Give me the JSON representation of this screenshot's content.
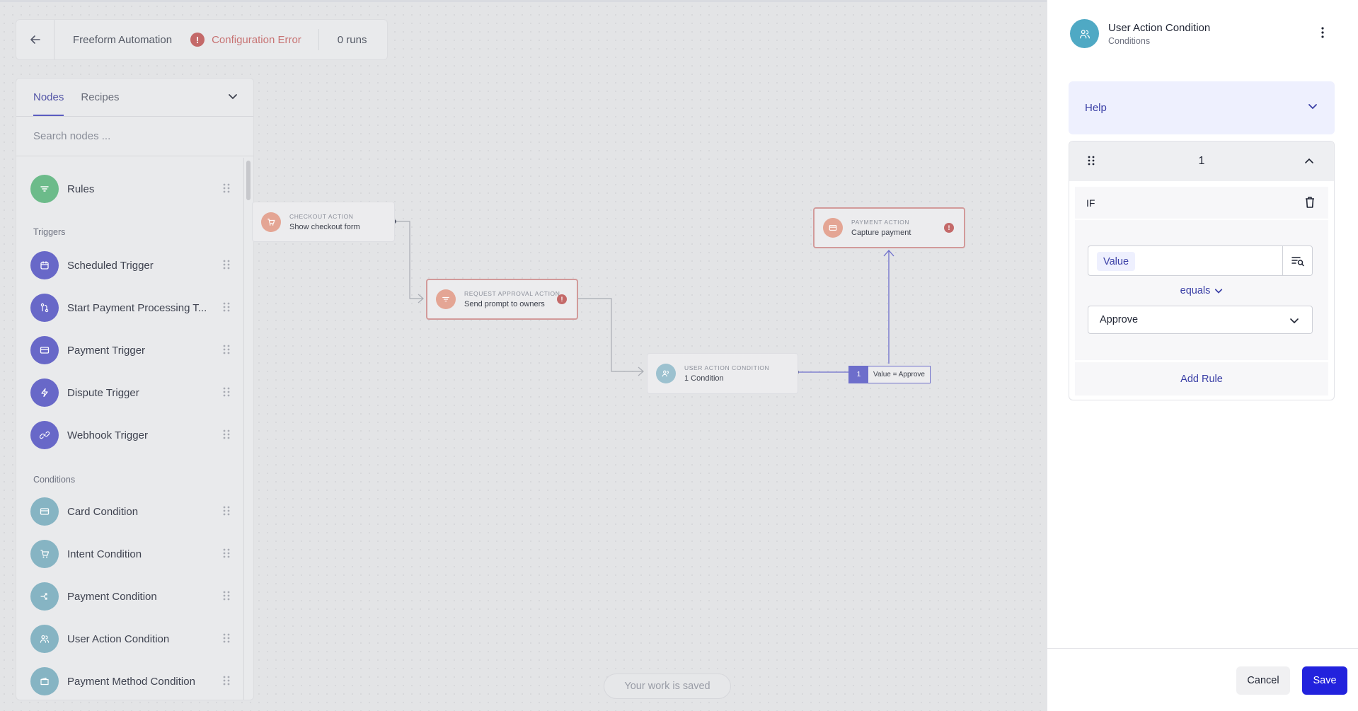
{
  "topbar": {
    "title": "Freeform Automation",
    "error_label": "Configuration Error",
    "runs": "0 runs"
  },
  "left_panel": {
    "tabs": [
      "Nodes",
      "Recipes"
    ],
    "search_placeholder": "Search nodes ...",
    "rules_item": "Rules",
    "triggers_heading": "Triggers",
    "triggers": [
      "Scheduled Trigger",
      "Start Payment Processing T...",
      "Payment Trigger",
      "Dispute Trigger",
      "Webhook Trigger"
    ],
    "conditions_heading": "Conditions",
    "conditions": [
      "Card Condition",
      "Intent Condition",
      "Payment Condition",
      "User Action Condition",
      "Payment Method Condition"
    ]
  },
  "flow": {
    "checkout": {
      "type": "CHECKOUT ACTION",
      "label": "Show checkout form"
    },
    "approval": {
      "type": "REQUEST APPROVAL ACTION",
      "label": "Send prompt to owners"
    },
    "user_action": {
      "type": "USER ACTION CONDITION",
      "label": "1 Condition"
    },
    "payment": {
      "type": "PAYMENT ACTION",
      "label": "Capture payment"
    },
    "badge": {
      "num": "1",
      "text": "Value = Approve"
    }
  },
  "saved_status": "Your work is saved",
  "right_panel": {
    "title": "User Action Condition",
    "subtitle": "Conditions",
    "help_label": "Help",
    "rule_number": "1",
    "if_label": "IF",
    "value_chip": "Value",
    "operator": "equals",
    "selected_value": "Approve",
    "add_rule": "Add Rule",
    "cancel": "Cancel",
    "save": "Save"
  },
  "colors": {
    "accent": "#2222dd",
    "error": "#c46969",
    "trigger_icon": "#6868c8",
    "condition_icon": "#86b4c3",
    "rules_icon": "#6cbb8a"
  }
}
